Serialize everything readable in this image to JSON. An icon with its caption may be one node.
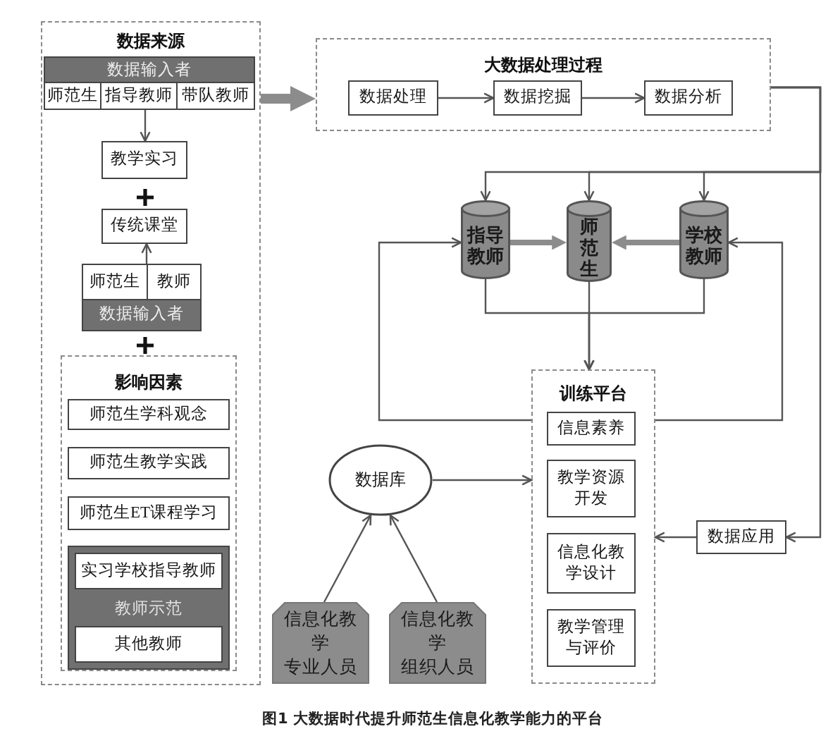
{
  "diagram": {
    "caption": "图1 大数据时代提升师范生信息化教学能力的平台",
    "nodes": [
      {
        "text": [
          "数据来源"
        ]
      },
      {
        "text": [
          "数据输入者"
        ],
        "in": 0
      },
      {
        "text": [
          "师范生"
        ],
        "in": 1
      },
      {
        "text": [
          "指导教师"
        ],
        "in": 1
      },
      {
        "text": [
          "带队教师"
        ],
        "in": 1
      },
      {
        "text": [
          "教学实习"
        ],
        "in": 0
      },
      {
        "text": [
          "传统课堂"
        ],
        "in": 0
      },
      {
        "text": [
          "数据输入者"
        ],
        "in": 0
      },
      {
        "text": [
          "师范生"
        ],
        "in": 7
      },
      {
        "text": [
          "教师"
        ],
        "in": 7
      },
      {
        "text": [
          "影响因素"
        ],
        "in": 0
      },
      {
        "text": [
          "师范生学科观念"
        ],
        "in": 10
      },
      {
        "text": [
          "师范生教学实践"
        ],
        "in": 10
      },
      {
        "text": [
          "师范生ET课程学习"
        ],
        "in": 10
      },
      {
        "text": [
          "教师示范"
        ],
        "in": 10
      },
      {
        "text": [
          "实习学校指导教师"
        ],
        "in": 14
      },
      {
        "text": [
          "其他教师"
        ],
        "in": 14
      },
      {
        "text": [
          "大数据处理过程"
        ]
      },
      {
        "text": [
          "数据处理"
        ],
        "in": 17
      },
      {
        "text": [
          "数据挖掘"
        ],
        "in": 17
      },
      {
        "text": [
          "数据分析"
        ],
        "in": 17
      },
      {
        "text": [
          "指导教师"
        ]
      },
      {
        "text": [
          "师范生"
        ]
      },
      {
        "text": [
          "学校教师"
        ]
      },
      {
        "text": [
          "训练平台"
        ]
      },
      {
        "text": [
          "信息素养"
        ],
        "in": 24
      },
      {
        "text": [
          "教学资源开发"
        ],
        "in": 24
      },
      {
        "text": [
          "信息化教学设计"
        ],
        "in": 24
      },
      {
        "text": [
          "教学管理与评价"
        ],
        "in": 24
      },
      {
        "text": [
          "数据库"
        ]
      },
      {
        "text": [
          "信息化教学",
          "专业人员"
        ]
      },
      {
        "text": [
          "信息化教学",
          "组织人员"
        ]
      },
      {
        "text": [
          "数据应用"
        ]
      }
    ],
    "edges": [
      {
        "from": 0,
        "to": 17,
        "arrow": "to",
        "style": "thick",
        "color": "#8c8c8c"
      },
      {
        "from": 1,
        "to": 5,
        "arrow": "to"
      },
      {
        "from": 7,
        "to": 6,
        "arrow": "to"
      },
      {
        "from": 18,
        "to": 19,
        "arrow": "to"
      },
      {
        "from": 19,
        "to": 20,
        "arrow": "to"
      },
      {
        "from": 17,
        "to": 21,
        "arrow": "to"
      },
      {
        "from": 17,
        "to": 22,
        "arrow": "to"
      },
      {
        "from": 17,
        "to": 23,
        "arrow": "to"
      },
      {
        "from": 17,
        "to": 32,
        "arrow": "to"
      },
      {
        "from": 21,
        "to": 22,
        "arrow": "to",
        "style": "thick",
        "color": "#8c8c8c"
      },
      {
        "from": 23,
        "to": 22,
        "arrow": "to",
        "style": "thick",
        "color": "#8c8c8c"
      },
      {
        "from": 21,
        "to": 24,
        "arrow": "to"
      },
      {
        "from": 22,
        "to": 24,
        "arrow": "to"
      },
      {
        "from": 23,
        "to": 24,
        "arrow": "to"
      },
      {
        "from": 24,
        "to": 21,
        "arrow": "to"
      },
      {
        "from": 24,
        "to": 23,
        "arrow": "to"
      },
      {
        "from": 29,
        "to": 24,
        "arrow": "to"
      },
      {
        "from": 30,
        "to": 29,
        "arrow": "to"
      },
      {
        "from": 31,
        "to": 29,
        "arrow": "to"
      },
      {
        "from": 32,
        "to": 24,
        "arrow": "to"
      }
    ]
  }
}
